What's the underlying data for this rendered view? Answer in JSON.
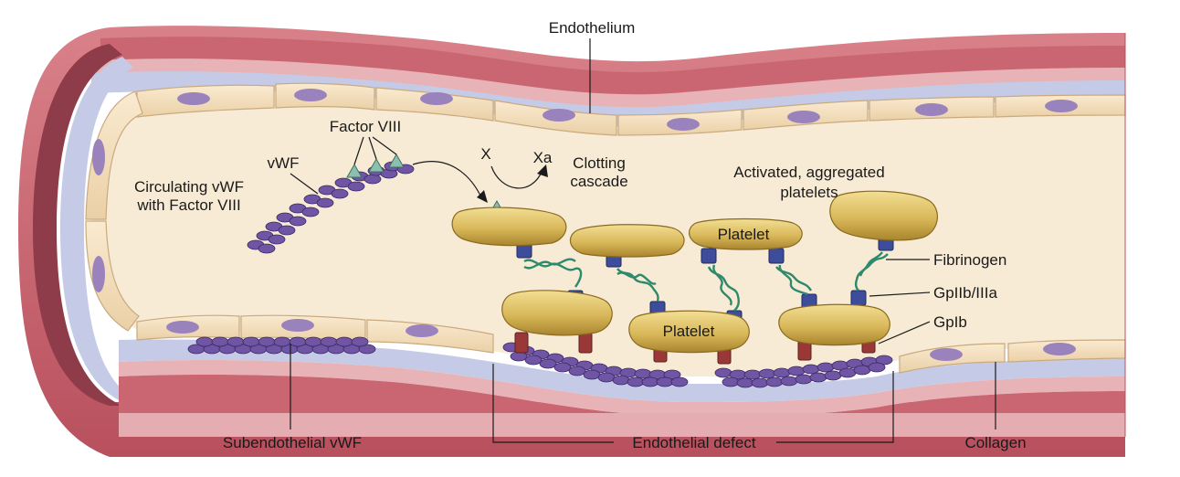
{
  "labels": {
    "endothelium": "Endothelium",
    "factor_viii": "Factor VIII",
    "vwf": "vWF",
    "circulating_1": "Circulating vWF",
    "circulating_2": "with Factor VIII",
    "x": "X",
    "xa": "Xa",
    "clotting_1": "Clotting",
    "clotting_2": "cascade",
    "activated_1": "Activated, aggregated",
    "activated_2": "platelets",
    "platelet_top": "Platelet",
    "platelet_bottom": "Platelet",
    "fibrinogen": "Fibrinogen",
    "gpiib_iiia": "GpIIb/IIIa",
    "gpib": "GpIb",
    "subendothelial_vwf": "Subendothelial vWF",
    "endothelial_defect": "Endothelial defect",
    "collagen": "Collagen"
  },
  "colors": {
    "outer_wall": "#c65f6b",
    "outer_wall_dark": "#8e3c49",
    "wall_pink": "#e7b3b6",
    "basement": "#c5cbe7",
    "endothelial_cell": "#f3dcb8",
    "nucleus": "#9a82bc",
    "lumen": "#f7ebd6",
    "vwf_purple": "#6f55a4",
    "platelet_gold": "#d9b85a",
    "receptor_blue": "#3d4d9c",
    "gpib_red": "#9a3838",
    "fibrinogen_green": "#2e8a6a",
    "factor_viii_teal": "#8bbfae"
  }
}
